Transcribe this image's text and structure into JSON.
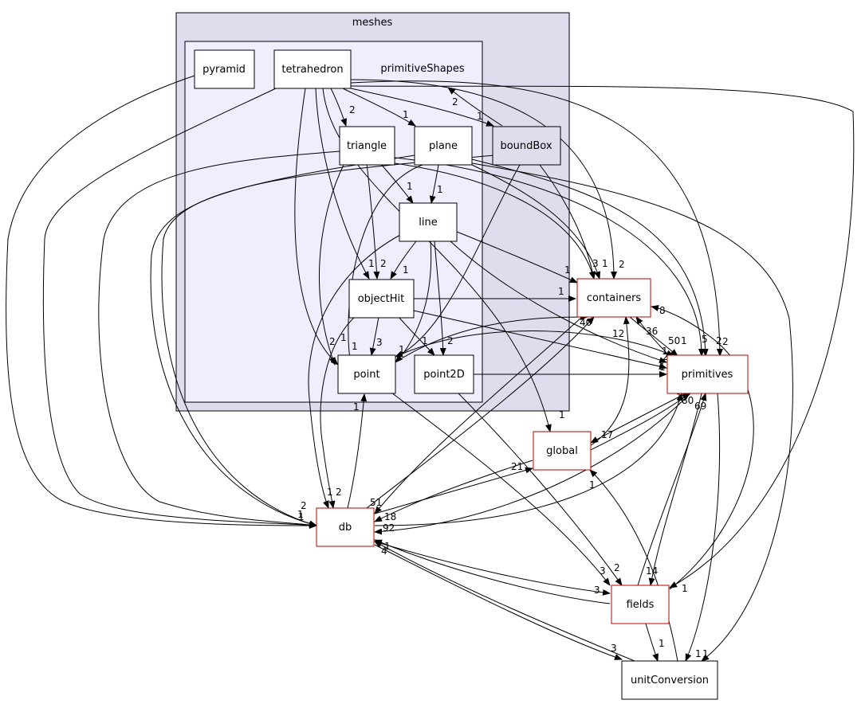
{
  "clusters": {
    "outer": "meshes",
    "inner": "primitiveShapes"
  },
  "nodes": {
    "pyramid": "pyramid",
    "tetrahedron": "tetrahedron",
    "triangle": "triangle",
    "plane": "plane",
    "boundBox": "boundBox",
    "line": "line",
    "objectHit": "objectHit",
    "point": "point",
    "point2D": "point2D",
    "containers": "containers",
    "primitives": "primitives",
    "global": "global",
    "db": "db",
    "fields": "fields",
    "unitConversion": "unitConversion"
  },
  "edge_labels": [
    "2",
    "1",
    "1",
    "2",
    "1",
    "1",
    "1",
    "1",
    "2",
    "1",
    "1",
    "2",
    "1",
    "3",
    "1",
    "2",
    "3",
    "1",
    "2",
    "1",
    "8",
    "40",
    "12",
    "36",
    "50",
    "1",
    "5",
    "2",
    "2",
    "1",
    "1",
    "1",
    "2",
    "1",
    "17",
    "17",
    "80",
    "69",
    "21",
    "18",
    "92",
    "51",
    "1",
    "2",
    "1",
    "2",
    "1",
    "1",
    "4",
    "3",
    "14",
    "3",
    "1",
    "1",
    "1",
    "1",
    "1",
    "3",
    "2",
    "1"
  ],
  "colors": {
    "outer_cluster": "#ddddee",
    "inner_cluster": "#eeeeff",
    "external_border": "#bf0000"
  }
}
